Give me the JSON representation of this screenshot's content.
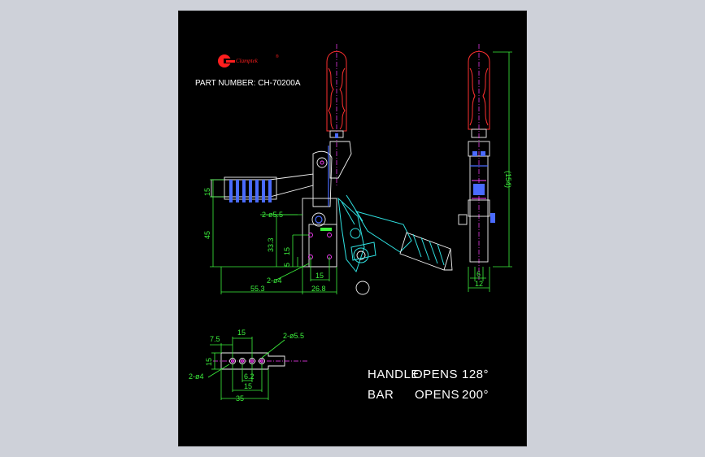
{
  "brand": {
    "logo_text": "Clamptek",
    "logo_color": "#ff1e1e"
  },
  "part": {
    "label": "PART NUMBER: CH-70200A"
  },
  "notes": {
    "handle_label": "HANDLE",
    "handle_opens": "OPENS",
    "handle_value": "128°",
    "bar_label": "BAR",
    "bar_opens": "OPENS",
    "bar_value": "200°"
  },
  "dimensions": {
    "front": {
      "d15_top": "15",
      "d45": "45",
      "d33_3": "33.3",
      "d15_side": "15",
      "d5": "5",
      "hole_big": "2-ø5.5",
      "hole_small": "2-ø4",
      "d15_bottom": "15",
      "d55_3": "55.3",
      "d26_8": "26.8"
    },
    "side": {
      "d154": "(154)",
      "d6": "6",
      "d12": "12"
    },
    "base": {
      "d7_5": "7.5",
      "d15_top": "15",
      "hole_big": "2-ø5.5",
      "d15_left": "15",
      "hole_small": "2-ø4",
      "d6_2": "6.2",
      "d15_bottom": "15",
      "d35": "35"
    }
  },
  "colors": {
    "background": "#ced1d9",
    "sheet": "#000000",
    "dimension": "#3cf03c",
    "outline": "#f2f2f2",
    "handle": "#ff3030",
    "blue_parts": "#4a6bff",
    "center_lines": "#ff40ff",
    "linkage": "#2fe0e0"
  }
}
